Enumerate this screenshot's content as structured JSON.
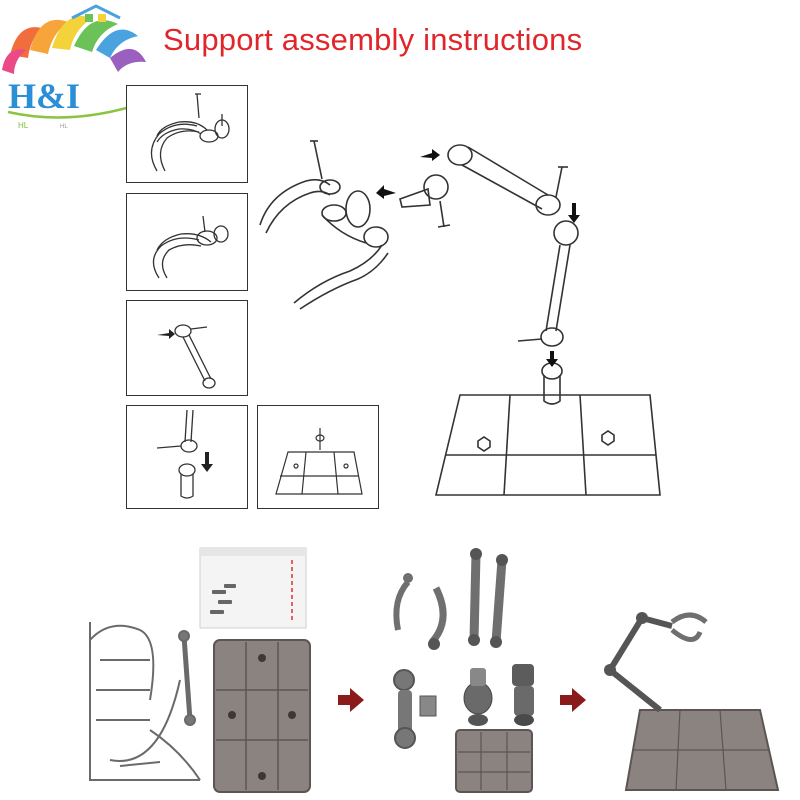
{
  "brand": {
    "name": "H&I",
    "sub_left": "HL",
    "sub_right": "HL"
  },
  "title": "Support assembly instructions",
  "steps": [
    {
      "id": 1,
      "icon": "arm-claw-screw-icon"
    },
    {
      "id": 2,
      "icon": "arm-claw-joined-icon"
    },
    {
      "id": 3,
      "icon": "joint-arm-screw-icon"
    },
    {
      "id": 4,
      "icon": "arm-peg-insert-icon"
    },
    {
      "id": 5,
      "icon": "base-peg-icon"
    }
  ],
  "colors": {
    "title": "#e0262b",
    "arrow": "#8b1a1a",
    "parts": "#5a5a5a",
    "line": "#333333"
  }
}
